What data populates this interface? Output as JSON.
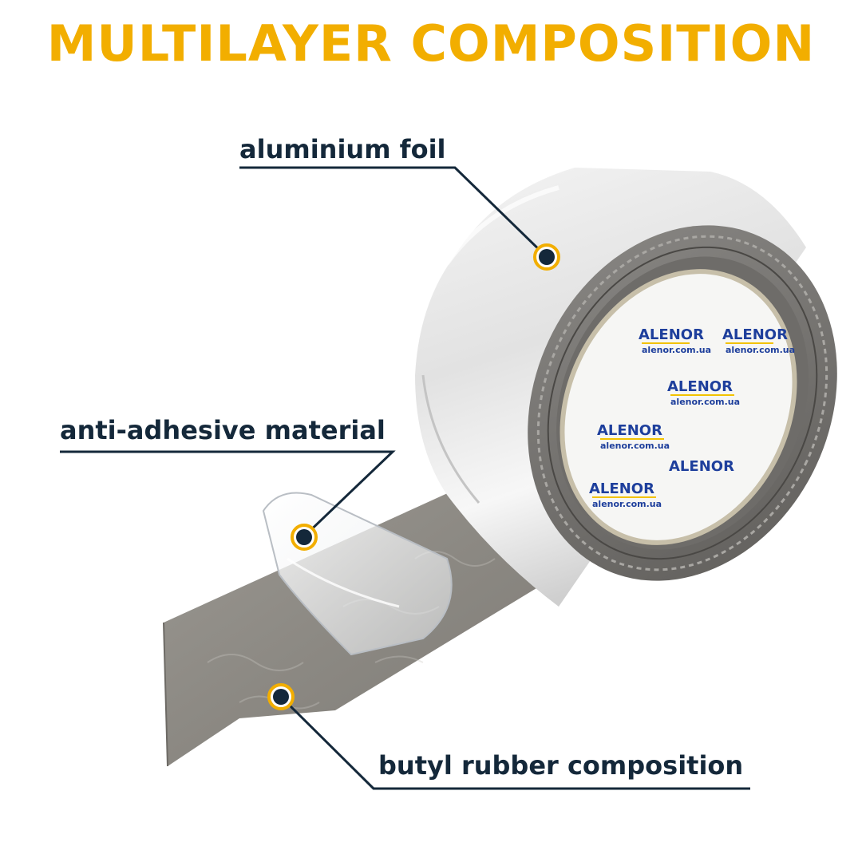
{
  "title": "MULTILAYER COMPOSITION",
  "labels": {
    "foil": "aluminium foil",
    "anti_adhesive": "anti-adhesive material",
    "butyl": "butyl rubber composition"
  },
  "core_print": {
    "brand": "ALENOR",
    "site": "alenor.com.ua"
  },
  "colors": {
    "accent": "#f2ae00",
    "dark": "#14283a",
    "brand_blue": "#1e3f9c",
    "brand_yellow": "#f2c200"
  }
}
